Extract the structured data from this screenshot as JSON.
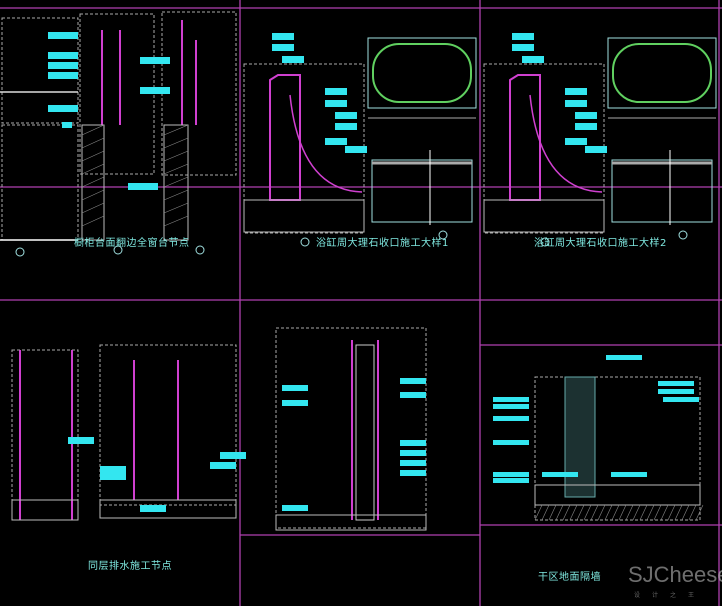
{
  "drawings": [
    {
      "title": "橱柜台面翻边全窗台节点"
    },
    {
      "title": "浴缸周大理石收口施工大样1"
    },
    {
      "title": "浴缸周大理石收口施工大样2"
    },
    {
      "title": "同层排水施工节点"
    },
    {
      "title": ""
    },
    {
      "title": "干区地面隔墙"
    }
  ],
  "watermark": {
    "brand": "SJCheese",
    "sub": "设计之王"
  },
  "colors": {
    "background": "#000000",
    "frame": "#c040c0",
    "label": "#33e6f0",
    "line": "#a0e0e0",
    "wall": "#d040d0",
    "tub": "#60d060"
  }
}
